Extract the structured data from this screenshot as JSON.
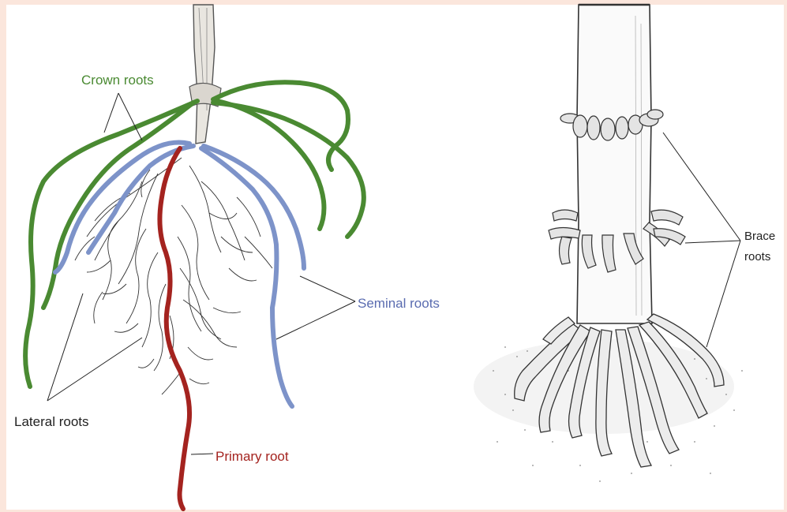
{
  "labels": {
    "crown_roots": "Crown roots",
    "seminal_roots": "Seminal roots",
    "lateral_roots": "Lateral roots",
    "primary_root": "Primary root",
    "brace_roots_line1": "Brace",
    "brace_roots_line2": "roots"
  },
  "colors": {
    "background": "#fbe6dc",
    "crown": "#4a8a32",
    "seminal": "#7d93c9",
    "primary": "#a4231f",
    "lateral": "#333333",
    "ink": "#222222"
  }
}
